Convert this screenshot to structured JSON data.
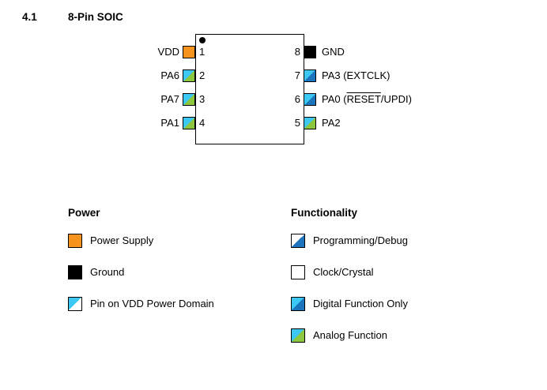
{
  "section": {
    "number": "4.1",
    "title": "8-Pin SOIC"
  },
  "colors": {
    "orange": "#F6921E",
    "black": "#000000",
    "cyan": "#3BC8F4",
    "blue": "#1C75BC",
    "green": "#8DC63F",
    "white": "#FFFFFF"
  },
  "chip": {
    "left_pins": [
      {
        "number": "1",
        "label": "VDD",
        "type": "power-supply"
      },
      {
        "number": "2",
        "label": "PA6",
        "type": "digital-analog"
      },
      {
        "number": "3",
        "label": "PA7",
        "type": "digital-analog"
      },
      {
        "number": "4",
        "label": "PA1",
        "type": "digital-analog"
      }
    ],
    "right_pins": [
      {
        "number": "8",
        "label": "GND",
        "type": "ground"
      },
      {
        "number": "7",
        "label": "PA3 (EXTCLK)",
        "type": "digital-programming"
      },
      {
        "number": "6",
        "label_prefix": "PA0 (",
        "label_overline": "RESET",
        "label_suffix": "/UPDI)",
        "type": "digital-programming"
      },
      {
        "number": "5",
        "label": "PA2",
        "type": "digital-analog"
      }
    ]
  },
  "legend": {
    "power": {
      "title": "Power",
      "items": [
        {
          "label": "Power Supply",
          "swatch": "orange"
        },
        {
          "label": "Ground",
          "swatch": "black"
        },
        {
          "label": "Pin on VDD Power Domain",
          "swatch": "cyan-white"
        }
      ]
    },
    "functionality": {
      "title": "Functionality",
      "items": [
        {
          "label": "Programming/Debug",
          "swatch": "white-blue"
        },
        {
          "label": "Clock/Crystal",
          "swatch": "white"
        },
        {
          "label": "Digital Function Only",
          "swatch": "cyan-blue"
        },
        {
          "label": "Analog Function",
          "swatch": "cyan-green"
        }
      ]
    }
  }
}
